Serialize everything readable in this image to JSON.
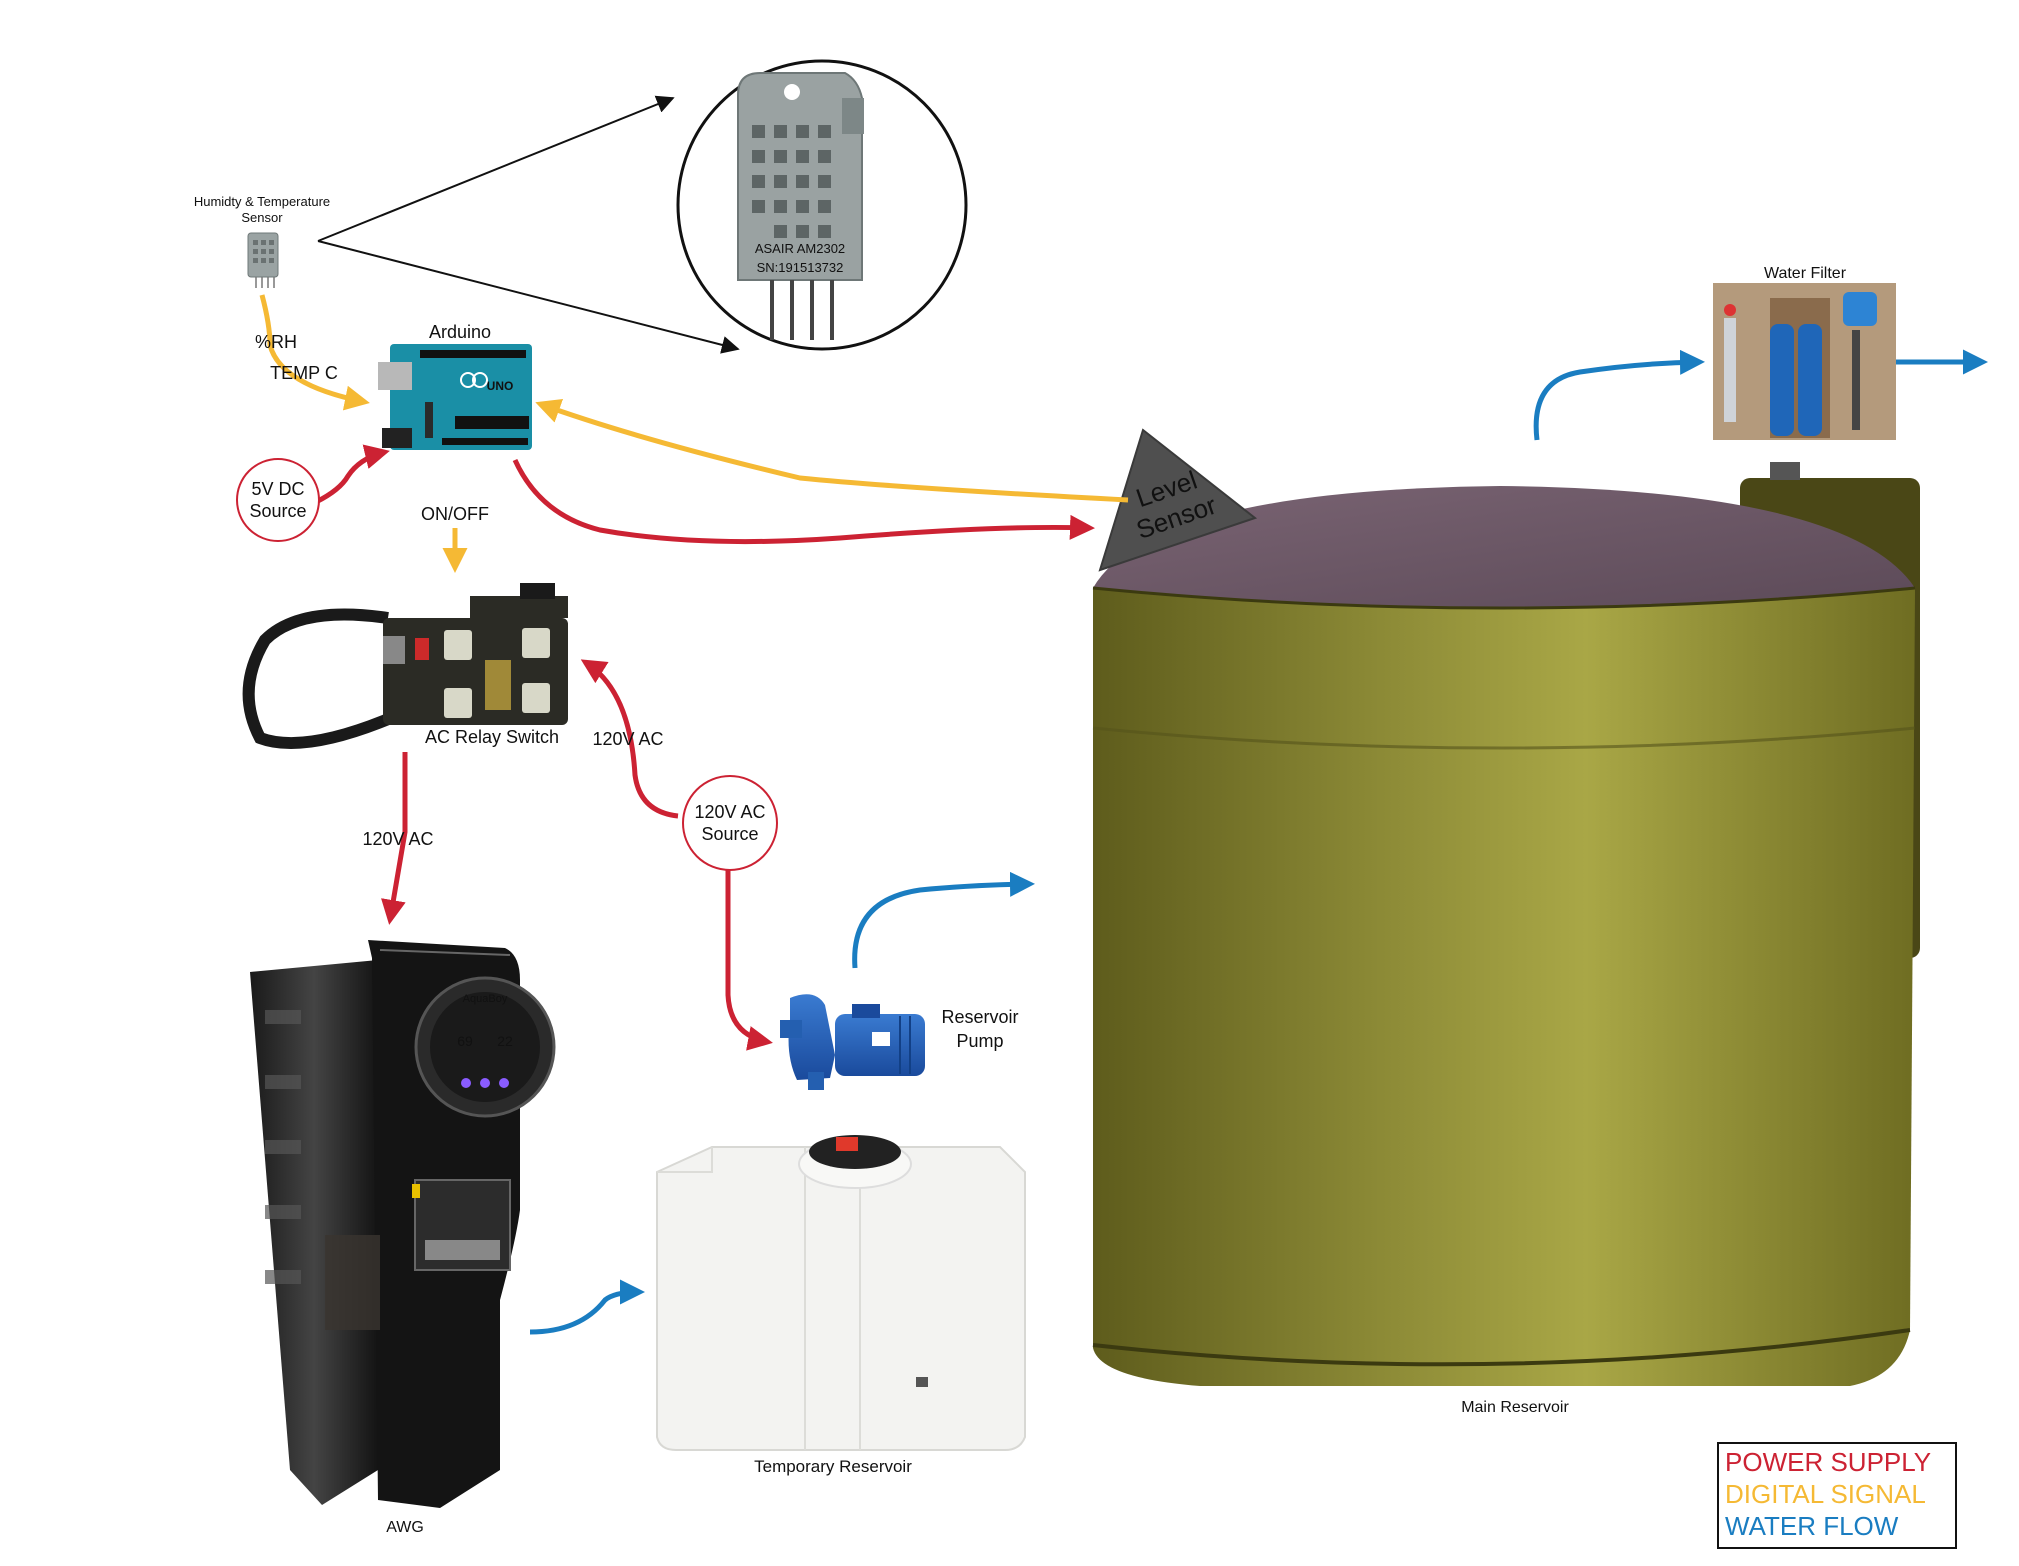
{
  "labels": {
    "humidity_sensor": [
      "Humidty & Temperature",
      "Sensor"
    ],
    "arduino": "Arduino",
    "rh": "%RH",
    "temp": "TEMP C",
    "dc_source": [
      "5V DC",
      "Source"
    ],
    "on_off": "ON/OFF",
    "relay": "AC Relay Switch",
    "ac_left": "120V AC",
    "ac_right": "120V AC",
    "ac_source": [
      "120V AC",
      "Source"
    ],
    "pump": [
      "Reservoir",
      "Pump"
    ],
    "level_sensor": [
      "Level",
      "Sensor"
    ],
    "water_filter": "Water Filter",
    "main_reservoir": "Main Reservoir",
    "temp_reservoir": "Temporary Reservoir",
    "awg": "AWG",
    "sensor_chip_text": [
      "ASAIR AM2302",
      "SN:191513732"
    ],
    "arduino_chip_text": "UNO",
    "awg_brand": "AquaBoy",
    "awg_display": [
      "69",
      "22"
    ]
  },
  "legend": [
    {
      "label": "POWER SUPPLY",
      "color": "#cc2233"
    },
    {
      "label": "DIGITAL SIGNAL",
      "color": "#f5b934"
    },
    {
      "label": "WATER FLOW",
      "color": "#1a7dc1"
    }
  ],
  "colors": {
    "power": "#cc2233",
    "signal": "#f5b934",
    "water": "#1a7dc1",
    "tank": "#7d7a2a",
    "tank_lid": "#6e5968"
  }
}
